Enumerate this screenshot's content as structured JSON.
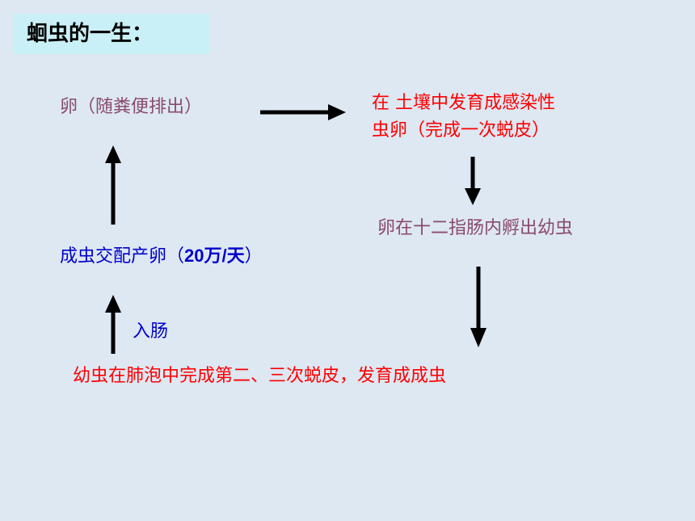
{
  "title": "蛔虫的一生：",
  "nodes": {
    "egg": "卵（随粪便排出）",
    "soil_line1": "在 土壤中发育成感染性",
    "soil_line2": "虫卵（完成一次蜕皮）",
    "hatch": "卵在十二指肠内孵出幼虫",
    "adult_prefix": "成虫交配产卵（",
    "adult_num": "20万/天",
    "adult_suffix": "）",
    "larva": "幼虫在肺泡中完成第二、三次蜕皮，发育成成虫",
    "intestine": "入肠"
  },
  "colors": {
    "background": "#dde8f3",
    "title_box": "#c9f0f6",
    "egg_text": "#8a4a6b",
    "red_text": "#ff0000",
    "blue_text": "#0000cc",
    "arrow": "#000000"
  }
}
